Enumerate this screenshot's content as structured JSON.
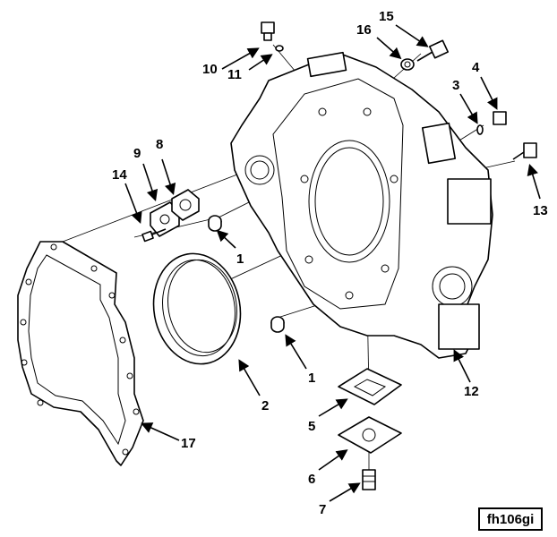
{
  "figure_id": "fh106gi",
  "callouts": {
    "c1a": "1",
    "c1b": "1",
    "c2": "2",
    "c3": "3",
    "c4": "4",
    "c5": "5",
    "c6": "6",
    "c7": "7",
    "c8": "8",
    "c9": "9",
    "c10": "10",
    "c11": "11",
    "c12": "12",
    "c13": "13",
    "c14": "14",
    "c15": "15",
    "c16": "16",
    "c17": "17"
  }
}
